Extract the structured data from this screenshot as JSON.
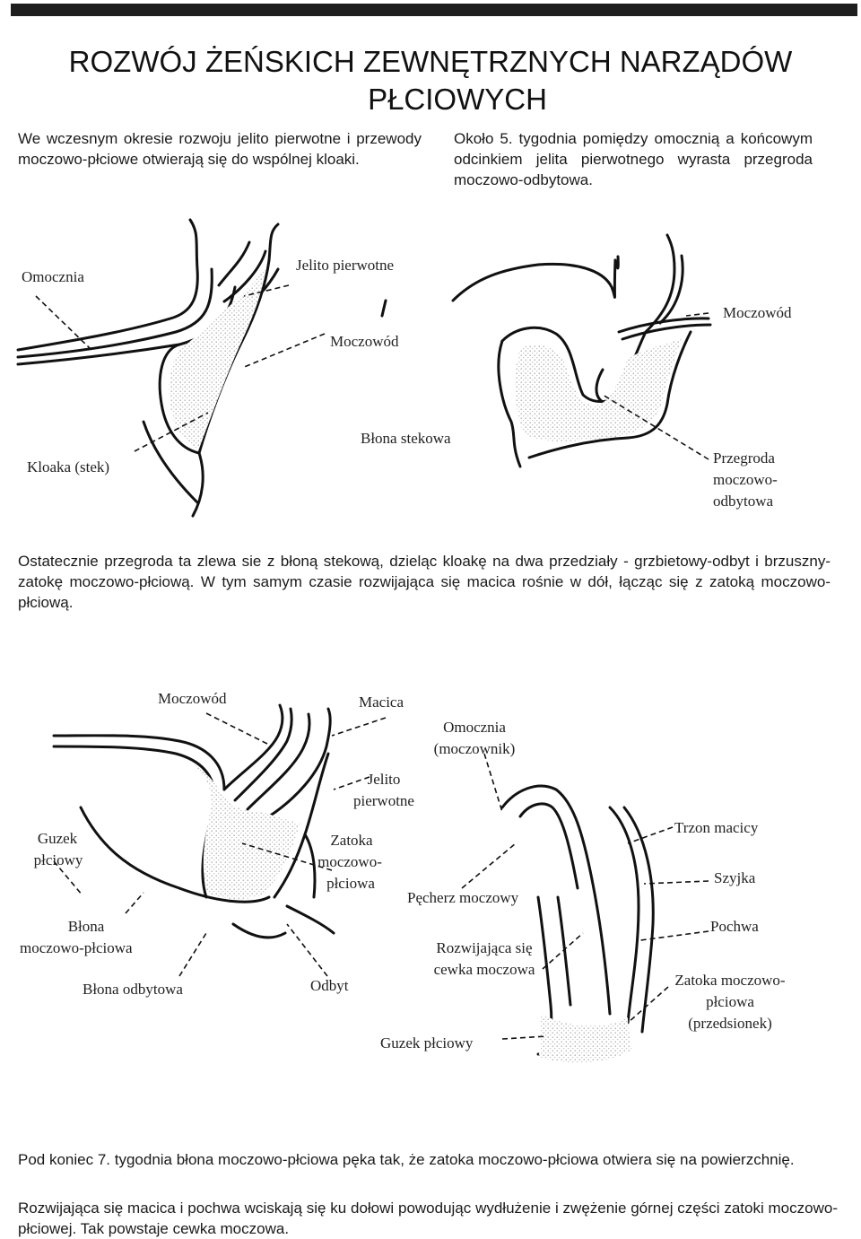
{
  "title": {
    "line1": "ROZWÓJ ŻEŃSKICH ZEWNĘTRZNYCH NARZĄDÓW",
    "line2": "PŁCIOWYCH"
  },
  "intro": {
    "left": "We wczesnym okresie rozwoju jelito pierwotne i przewody moczowo-płciowe otwierają się do wspólnej kloaki.",
    "right": "Około 5. tygodnia pomiędzy omocznią a końcowym odcinkiem jelita pierwotnego wyrasta przegroda moczowo-odbytowa."
  },
  "figure1": {
    "labels": {
      "omocznia": "Omocznia",
      "jelito": "Jelito pierwotne",
      "moczowod_left": "Moczowód",
      "moczowod_right": "Moczowód",
      "kloaka": "Kloaka (stek)",
      "blona_stekowa": "Błona stekowa",
      "przegroda_1": "Przegroda",
      "przegroda_2": "moczowo-",
      "przegroda_3": "odbytowa"
    }
  },
  "middle_text": "Ostatecznie przegroda ta zlewa sie z błoną stekową, dzieląc kloakę na dwa przedziały - grzbietowy-odbyt i brzuszny- zatokę moczowo-płciową. W tym samym czasie rozwijająca się macica rośnie w dół, łącząc się z zatoką moczowo-płciową.",
  "figure2": {
    "labels": {
      "moczowod": "Moczowód",
      "macica": "Macica",
      "omocznia_1": "Omocznia",
      "omocznia_2": "(moczownik)",
      "jelito_1": "Jelito",
      "jelito_2": "pierwotne",
      "guzek_1": "Guzek",
      "guzek_2": "płciowy",
      "zatoka_1": "Zatoka",
      "zatoka_2": "moczowo-",
      "zatoka_3": "płciowa",
      "pecherz": "Pęcherz moczowy",
      "blona_mp_1": "Błona",
      "blona_mp_2": "moczowo-płciowa",
      "rozwijajaca_1": "Rozwijająca się",
      "rozwijajaca_2": "cewka moczowa",
      "blona_odbytowa": "Błona odbytowa",
      "odbyt": "Odbyt",
      "guzek_plciowy": "Guzek płciowy",
      "trzon": "Trzon macicy",
      "szyjka": "Szyjka",
      "pochwa": "Pochwa",
      "zatoka_r_1": "Zatoka moczowo-",
      "zatoka_r_2": "płciowa",
      "zatoka_r_3": "(przedsionek)"
    }
  },
  "bottom_text": {
    "p1": "Pod koniec 7. tygodnia błona moczowo-płciowa pęka tak, że zatoka moczowo-płciowa otwiera się na powierzchnię.",
    "p2": "Rozwijająca się macica i pochwa wciskają się ku dołowi powodując wydłużenie i zwężenie górnej części zatoki moczowo-płciowej. Tak powstaje cewka moczowa."
  }
}
